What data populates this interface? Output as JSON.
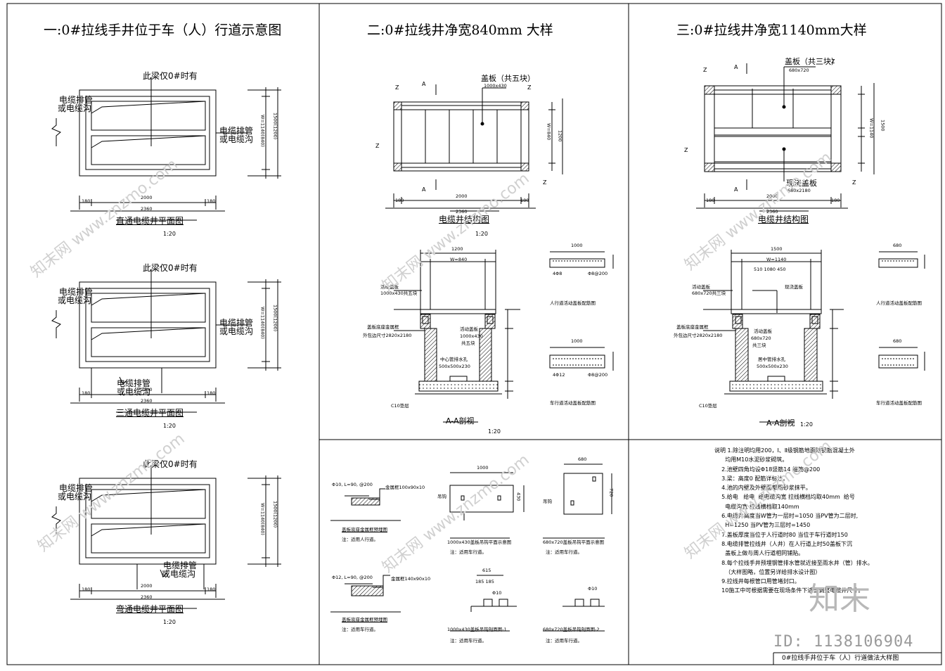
{
  "panel_titles": [
    "一:0#拉线手井位于车（人）行道示意图",
    "二:0#拉线井净宽840mm 大样",
    "三:0#拉线井净宽1140mm大样"
  ],
  "panel1": {
    "plans": [
      {
        "caption": "直通电缆井平面图",
        "scale": "1:20"
      },
      {
        "caption": "三通电缆井平面图",
        "scale": "1:20"
      },
      {
        "caption": "弯通电缆井平面图",
        "scale": "1:20"
      }
    ],
    "slope_label": "此梁仅0#时有",
    "pipe_label_1": "电缆排管",
    "pipe_label_2": "或电缆沟",
    "dim_side": "180",
    "dim_inner": "2000",
    "dim_total": "2360",
    "dim_w": "W=1140(840)",
    "dim_h": "1500(1200)"
  },
  "panel2": {
    "cover_label": "盖板（共五块）",
    "cover_size": "1000x430",
    "struct_caption": "电缆井结构图",
    "struct_scale": "1:20",
    "dim_total": "2360",
    "dim_inner": "2000",
    "dim_side": "180",
    "dim_w": "W=840",
    "dim_h": "1200",
    "section_caption": "A-A剖视",
    "section_scale": "1:20",
    "sec_w_total": "1200",
    "sec_w": "W=840",
    "sec_label_1": "活动盖板",
    "sec_label_1b": "1000x430共五块",
    "sec_label_2": "盖板底座金属框",
    "sec_label_3": "外包边尺寸2820x2180",
    "sec_label_4": "中心管排水孔",
    "sec_label_4b": "500x500x230",
    "sec_label_5": "C10垫层",
    "sec_label_6": "活动盖板",
    "sec_label_6b": "1000x430",
    "sec_label_6c": "共五块",
    "rebar_1": "人行道活动盖板配筋图",
    "rebar_2": "车行道活动盖板配筋图",
    "rebar_dim": "1000",
    "rebar_bar_a": "4Φ8",
    "rebar_bar_b": "Φ8@200",
    "rebar_bar_c": "4Φ12"
  },
  "panel3": {
    "cover_label": "盖板（共三块）",
    "cover_size": "680x720",
    "cast_label": "现浇盖板",
    "cast_size": "680x2180",
    "struct_caption": "电缆井结构图",
    "dim_total": "2360",
    "dim_inner": "2000",
    "dim_side": "180",
    "dim_w": "W=1140",
    "dim_h": "1500",
    "section_caption": "A-A剖视",
    "section_scale": "1:20",
    "sec_w_total": "1500",
    "sec_w": "W=1140",
    "sec_sub": "510   1080   450",
    "rebar_1": "人行道活动盖板配筋图",
    "rebar_2": "车行道活动盖板配筋图",
    "rebar_dim": "680",
    "sec_label_1": "活动盖板",
    "sec_label_1b": "680x720共三块",
    "sec_label_2": "现浇盖板",
    "sec_label_3": "盖板底座金属框",
    "sec_label_4": "外包边尺寸2820x2180",
    "sec_label_5": "活动盖板",
    "sec_label_5b": "680x720",
    "sec_label_5c": "共三块",
    "sec_label_6": "居中管排水孔",
    "sec_label_6b": "500x500x230",
    "sec_label_7": "C10垫层"
  },
  "details": {
    "frame1_title": "盖板底座金属框预埋图",
    "frame1_note": "注：适用人行道。",
    "frame1_bar": "Φ10, L=90, @200",
    "frame1_angle": "金属框100x90x10",
    "frame2_title": "盖板底座金属框预埋图",
    "frame2_note": "注：适用车行道。",
    "frame2_bar": "Φ12, L=90, @200",
    "frame2_angle": "金属框140x90x10",
    "hook1_title": "1000x430盖板吊钩平面示意图",
    "hook1_note": "注：适用车行道。",
    "hook1_dim": "1000",
    "hook1_h": "430",
    "hook_label": "吊钩",
    "hook2_title": "680x720盖板吊钩平面示意图",
    "hook2_note": "注：适用车行道。",
    "hook2_dim": "680",
    "hook2_h": "720",
    "hook3_title": "1000x430盖板吊钩剖面图-1",
    "hook3_note": "注：适用车行道。",
    "hook3_dim": "615",
    "hook3_sub": "185    185",
    "hook4_title": "680x720盖板吊钩剖面图-2",
    "hook4_note": "注：适用车行道。",
    "phi10": "Φ10"
  },
  "notes": {
    "lines": [
      "说明 1.除注明均用200，Ⅰ、Ⅱ级钢筋地面除钢筋混凝土外",
      "      均用M10水泥砂浆砌筑。",
      "    2.池壁四角均设Φ18竖筋14 箍筋@200",
      "    3.梁：高度0 配筋详标注。",
      "    4.池的内壁及外壁面都用砂浆抹平。",
      "    5.给电   给电  给电缆沟宽 拉线横档均取40mm  给号",
      "      电缆沟宽 拉线横档取140mm",
      "    6.电缆井高度当W管为一层时=1050 当PV管为二层时,",
      "      H=1250 当PV管为三层时=1450",
      "    7.盖板厚度当位于人行道时80 当位于车行道时150",
      "    8.电缆排管拉线井（人井）在人行道上时50盖板下沉",
      "      盖板上做与周人行道相同铺贴。",
      "    8.每个拉线手井预埋钢管排水管就近接至雨水井（管）排水。",
      "      （大样图略，位置另详给排水设计图）",
      "    9.拉线井每根管口用管堵封口。",
      "    10施工中可根据需要在现场条件下适当调整电缆井尺寸。"
    ]
  },
  "footer": {
    "id_text": "ID: 1138106904",
    "sheet_title": "0#拉线手井位于车（人）行道做法大样图",
    "logo_text": "知末"
  },
  "watermarks": [
    "知末网 www.znzmo.com"
  ]
}
